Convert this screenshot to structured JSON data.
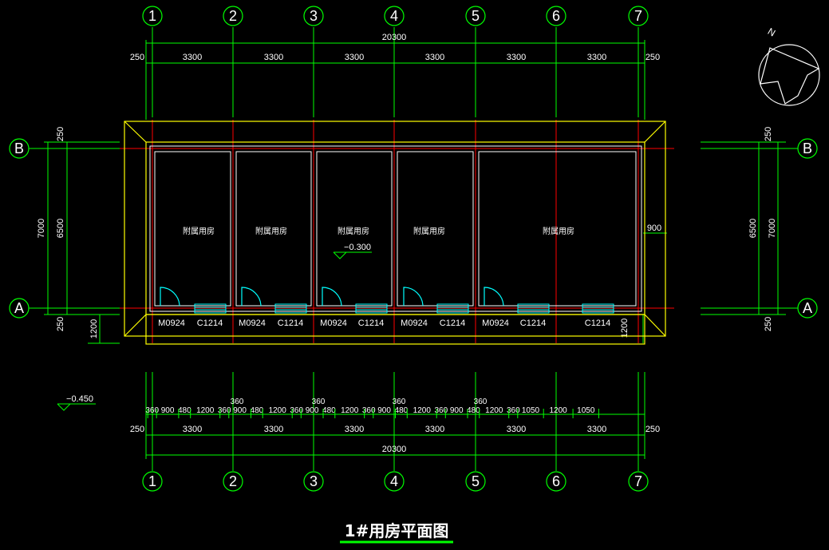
{
  "title": "1#用房平面图",
  "grid_axes": {
    "columns": [
      "1",
      "2",
      "3",
      "4",
      "5",
      "6",
      "7"
    ],
    "rows": [
      "B",
      "A"
    ]
  },
  "dimensions": {
    "overall": "20300",
    "bays": [
      "3300",
      "3300",
      "3300",
      "3300",
      "3300",
      "3300"
    ],
    "edge": "250",
    "bay_detail_row": [
      "360",
      "900",
      "480",
      "1200",
      "360",
      "900",
      "480",
      "1200",
      "360",
      "900",
      "480",
      "1200",
      "360",
      "900",
      "480",
      "1200",
      "360",
      "900",
      "480",
      "1200",
      "360",
      "1050",
      "1200",
      "1050"
    ],
    "bay_detail_upper": "360",
    "left_depth_total": "7000",
    "left_depth_inner": "6500",
    "right_depth_total": "7000",
    "right_depth_inner": "6500",
    "top_offset": "250",
    "bottom_offset": "250",
    "apron": "1200",
    "right_apron": "1200",
    "right_overhang": "900"
  },
  "levels": {
    "interior": "−0.300",
    "exterior": "−0.450"
  },
  "rooms": [
    "附属用房",
    "附属用房",
    "附属用房",
    "附属用房",
    "附属用房"
  ],
  "door_code": "M0924",
  "window_code": "C1214",
  "north_label": "N",
  "colors": {
    "grid_line": "#00ff00",
    "axis_line": "#ff0000",
    "wall": "#ffffff",
    "roof": "#ffff00",
    "door": "#00ffff"
  }
}
